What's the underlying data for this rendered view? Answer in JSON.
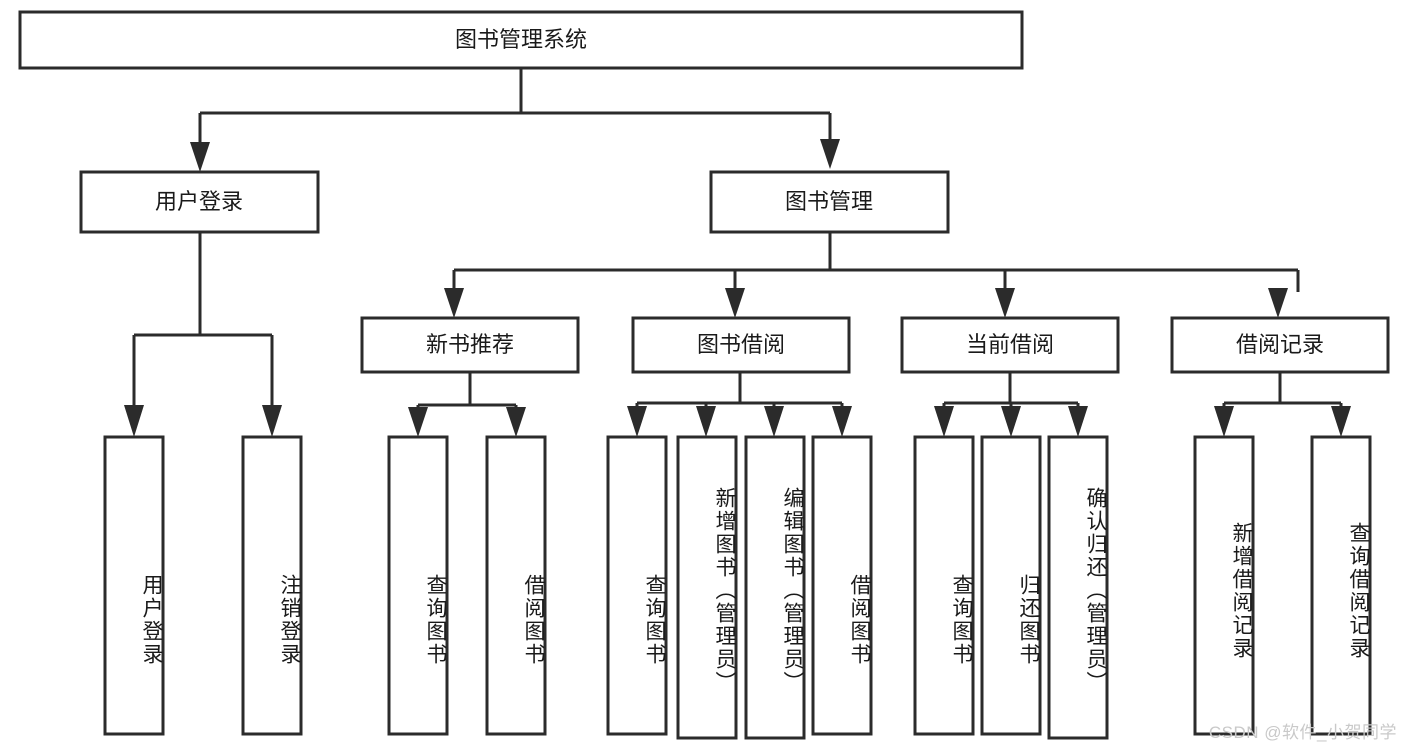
{
  "diagram": {
    "title_node": {
      "label": "图书管理系统"
    },
    "level1": [
      {
        "id": "user-login",
        "label": "用户登录"
      },
      {
        "id": "book-management",
        "label": "图书管理"
      }
    ],
    "level2": [
      {
        "id": "new-book-recommend",
        "label": "新书推荐"
      },
      {
        "id": "book-borrow",
        "label": "图书借阅"
      },
      {
        "id": "current-borrow",
        "label": "当前借阅"
      },
      {
        "id": "borrow-record",
        "label": "借阅记录"
      }
    ],
    "leaves": [
      {
        "id": "leaf-user-login",
        "label": "用户登录",
        "parent": "user-login"
      },
      {
        "id": "leaf-logout-login",
        "label": "注销登录",
        "parent": "user-login"
      },
      {
        "id": "leaf-query-book-1",
        "label": "查询图书",
        "parent": "new-book-recommend"
      },
      {
        "id": "leaf-borrow-book-1",
        "label": "借阅图书",
        "parent": "new-book-recommend"
      },
      {
        "id": "leaf-query-book-2",
        "label": "查询图书",
        "parent": "book-borrow"
      },
      {
        "id": "leaf-add-book",
        "label": "新增图书（管理员）",
        "parent": "book-borrow"
      },
      {
        "id": "leaf-edit-book",
        "label": "编辑图书（管理员）",
        "parent": "book-borrow"
      },
      {
        "id": "leaf-borrow-book-2",
        "label": "借阅图书",
        "parent": "book-borrow"
      },
      {
        "id": "leaf-query-book-3",
        "label": "查询图书",
        "parent": "current-borrow"
      },
      {
        "id": "leaf-return-book",
        "label": "归还图书",
        "parent": "current-borrow"
      },
      {
        "id": "leaf-confirm-return",
        "label": "确认归还（管理员）",
        "parent": "current-borrow"
      },
      {
        "id": "leaf-add-record",
        "label": "新增借阅记录",
        "parent": "borrow-record"
      },
      {
        "id": "leaf-query-record",
        "label": "查询借阅记录",
        "parent": "borrow-record"
      }
    ],
    "colors": {
      "stroke": "#2b2b2b",
      "fill": "#ffffff",
      "text": "#1a1a1a",
      "watermark": "#c9c9c9"
    }
  },
  "watermark": {
    "text": "CSDN @软件_小贺同学"
  }
}
